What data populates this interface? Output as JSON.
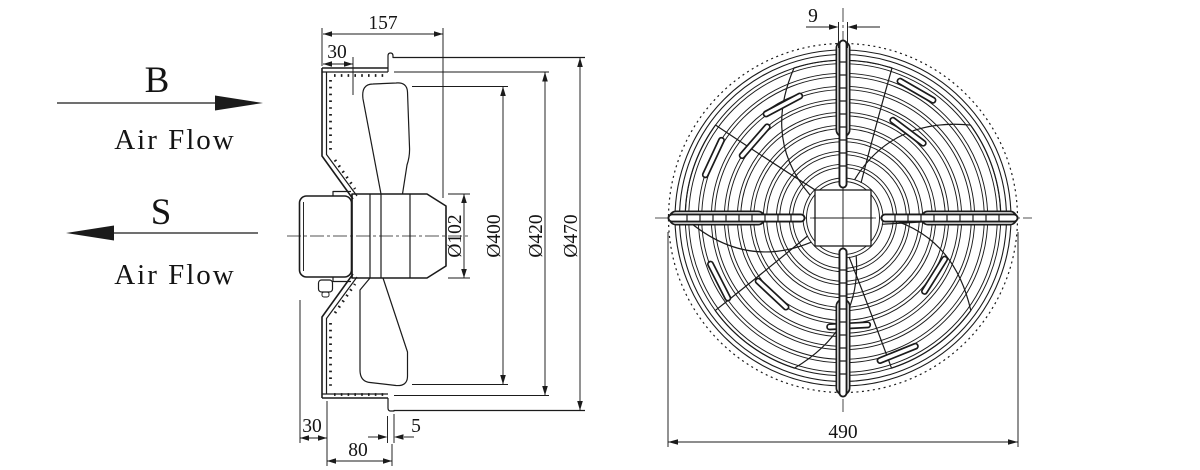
{
  "labels": {
    "flow_b": "B",
    "flow_b_caption": "Air Flow",
    "flow_s": "S",
    "flow_s_caption": "Air Flow"
  },
  "side_view": {
    "dim_depth_total": "157",
    "dim_inlet_depth": "30",
    "dim_hub": "Ø102",
    "dim_impeller": "Ø400",
    "dim_opening": "Ø420",
    "dim_overall": "Ø470",
    "dim_motor_protrusion": "30",
    "dim_frame_depth": "80",
    "dim_lip": "5"
  },
  "front_view": {
    "dim_tab_width": "9",
    "dim_guard": "490"
  },
  "colors": {
    "line": "#1b1b1b",
    "background": "#ffffff"
  }
}
